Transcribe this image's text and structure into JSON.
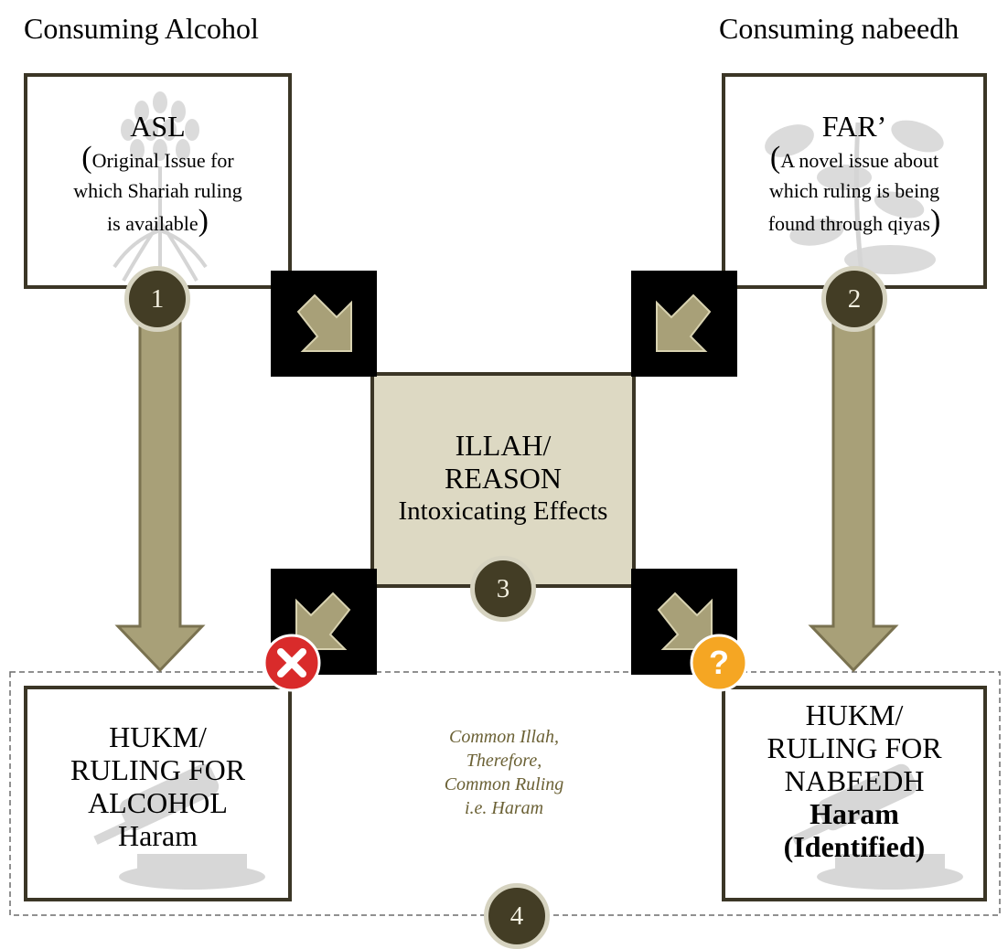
{
  "colors": {
    "frame": "#3b3626",
    "arrow_fill": "#a8a078",
    "center_fill": "#ddd9c3",
    "badge_fill": "#433d25",
    "italic_text": "#6b6135",
    "reject": "#d92b2b",
    "question": "#f5a623"
  },
  "headings": {
    "left": "Consuming Alcohol",
    "right": "Consuming nabeedh"
  },
  "asl": {
    "title": "ASL",
    "open_paren": "(",
    "line1": "Original Issue for",
    "line2": "which Shariah ruling",
    "line3": "is available",
    "close_paren": ")"
  },
  "far": {
    "title": "FAR’",
    "open_paren": "(",
    "line1": "A novel issue about",
    "line2": "which ruling is being",
    "line3": "found through qiyas",
    "close_paren": ")"
  },
  "illah": {
    "line1": "ILLAH/",
    "line2": "REASON",
    "line3": "Intoxicating Effects"
  },
  "hukm_left": {
    "line1": "HUKM/",
    "line2": "RULING FOR",
    "line3": "ALCOHOL",
    "line4": "Haram"
  },
  "hukm_right": {
    "line1": "HUKM/",
    "line2": "RULING FOR",
    "line3": "NABEEDH",
    "line4": "Haram",
    "line5": "(Identified)"
  },
  "common": {
    "line1": "Common Illah,",
    "line2": "Therefore,",
    "line3": "Common Ruling",
    "line4": "i.e. Haram"
  },
  "badges": {
    "b1": "1",
    "b2": "2",
    "b3": "3",
    "b4": "4"
  },
  "icons": {
    "tree": "tree-icon",
    "plant": "plant-icon",
    "gavel": "gavel-icon",
    "reject": "x-mark-icon",
    "question": "question-mark-icon",
    "arrow": "diagonal-arrow-icon"
  }
}
